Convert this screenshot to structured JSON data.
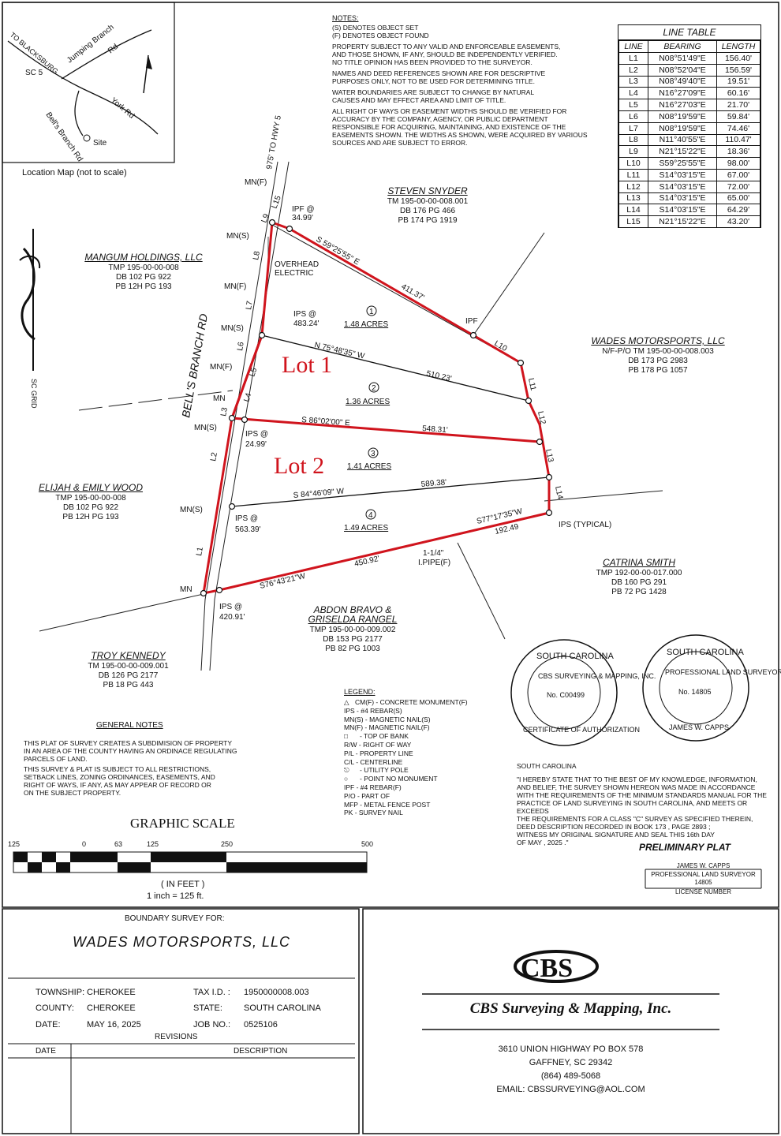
{
  "location_map": {
    "caption": "Location Map (not to scale)",
    "to_blacksburg": "TO BLACKSBURG",
    "sc5": "SC 5",
    "jumping_branch": "Jumping Branch",
    "rd": "Rd",
    "york_rd": "York Rd",
    "bells_branch": "Bell's Branch Rd",
    "site": "Site"
  },
  "notes": {
    "title": "NOTES:",
    "lines": [
      "(S) DENOTES OBJECT SET",
      "(F) DENOTES OBJECT FOUND",
      "PROPERTY SUBJECT TO ANY VALID AND ENFORCEABLE EASEMENTS,",
      "AND THOSE SHOWN, IF ANY, SHOULD BE INDEPENDENTLY VERIFIED.",
      "NO TITLE OPINION HAS BEEN PROVIDED TO THE SURVEYOR.",
      "NAMES AND DEED REFERENCES SHOWN ARE FOR DESCRIPTIVE",
      "PURPOSES ONLY, NOT TO BE USED FOR DETERMINING TITLE.",
      "WATER BOUNDARIES ARE SUBJECT TO CHANGE BY NATURAL",
      "CAUSES AND MAY EFFECT AREA AND LIMIT OF TITLE.",
      "ALL RIGHT OF WAYS OR EASEMENT WIDTHS SHOULD BE VERIFIED FOR",
      "ACCURACY BY THE COMPANY, AGENCY, OR PUBLIC DEPARTMENT",
      "RESPONSIBLE FOR ACQUIRING, MAINTAINING, AND EXISTENCE OF THE",
      "EASEMENTS SHOWN. THE WIDTHS AS SHOWN, WERE ACQUIRED BY VARIOUS",
      "SOURCES AND ARE SUBJECT TO ERROR."
    ]
  },
  "line_table": {
    "title": "LINE TABLE",
    "headers": [
      "LINE",
      "BEARING",
      "LENGTH"
    ],
    "rows": [
      [
        "L1",
        "N08°51'49\"E",
        "156.40'"
      ],
      [
        "L2",
        "N08°52'04\"E",
        "156.59'"
      ],
      [
        "L3",
        "N08°49'40\"E",
        "19.51'"
      ],
      [
        "L4",
        "N16°27'09\"E",
        "60.16'"
      ],
      [
        "L5",
        "N16°27'03\"E",
        "21.70'"
      ],
      [
        "L6",
        "N08°19'59\"E",
        "59.84'"
      ],
      [
        "L7",
        "N08°19'59\"E",
        "74.46'"
      ],
      [
        "L8",
        "N11°40'55\"E",
        "110.47'"
      ],
      [
        "L9",
        "N21°15'22\"E",
        "18.36'"
      ],
      [
        "L10",
        "S59°25'55\"E",
        "98.00'"
      ],
      [
        "L11",
        "S14°03'15\"E",
        "67.00'"
      ],
      [
        "L12",
        "S14°03'15\"E",
        "72.00'"
      ],
      [
        "L13",
        "S14°03'15\"E",
        "65.00'"
      ],
      [
        "L14",
        "S14°03'15\"E",
        "64.29'"
      ],
      [
        "L15",
        "N21°15'22\"E",
        "43.20'"
      ]
    ]
  },
  "plat": {
    "to_hwy": "975' TO HWY 5",
    "road_name": "BELL'S BRANCH RD",
    "sc_grid": "SC GRID",
    "overhead": "OVERHEAD",
    "electric": "ELECTRIC",
    "lot1": "Lot 1",
    "lot2": "Lot 2",
    "lot_color": "#d0141d",
    "lots": [
      {
        "num": "1",
        "area": "1.48 ACRES"
      },
      {
        "num": "2",
        "area": "1.36 ACRES"
      },
      {
        "num": "3",
        "area": "1.41 ACRES"
      },
      {
        "num": "4",
        "area": "1.49 ACRES"
      }
    ],
    "bearings": {
      "b1": "S 59°25'55\" E",
      "b1_len": "411.37'",
      "b2": "N 75°48'35\" W",
      "b2_len": "510.23'",
      "b3": "S 86°02'00\" E",
      "b3_len": "548.31'",
      "b4": "S 84°46'09\" W",
      "b4_len": "589.38'",
      "b5": "S76°43'21\"W",
      "b5_len": "450.92'",
      "b6": "S77°17'35\"W",
      "b6_len": "192.49"
    },
    "line_labels": [
      "L1",
      "L2",
      "L3",
      "L4",
      "L5",
      "L6",
      "L7",
      "L8",
      "L9",
      "L15",
      "L10",
      "L11",
      "L12",
      "L13",
      "L14"
    ],
    "points": {
      "mnf1": "MN(F)",
      "ipf_top": "IPF @",
      "ipf_top_v": "34.99'",
      "mns1": "MN(S)",
      "mnf2": "MN(F)",
      "mns2": "MN(S)",
      "ips1": "IPS @",
      "ips1_v": "483.24'",
      "mnf3": "MN(F)",
      "mn1": "MN",
      "mns3": "MN(S)",
      "ips2": "IPS @",
      "ips2_v": "24.99'",
      "mns4": "MN(S)",
      "ips3": "IPS @",
      "ips3_v": "563.39'",
      "mn2": "MN",
      "ips4": "IPS @",
      "ips4_v": "420.91'",
      "ipf": "IPF",
      "ips_typ": "IPS (TYPICAL)",
      "pipe1": "1-1/4\"",
      "pipe2": "I.PIPE(F)"
    }
  },
  "owners": [
    {
      "name": "STEVEN SNYDER",
      "l1": "TM 195-00-00-008.001",
      "l2": "DB 176 PG 466",
      "l3": "PB 174 PG 1919"
    },
    {
      "name": "MANGUM HOLDINGS, LLC",
      "l1": "TMP 195-00-00-008",
      "l2": "DB 102 PG 922",
      "l3": "PB 12H PG 193"
    },
    {
      "name": "WADES MOTORSPORTS, LLC",
      "l1": "N/F-P/O TM 195-00-00-008.003",
      "l2": "DB 173 PG 2983",
      "l3": "PB 178 PG 1057"
    },
    {
      "name": "ELIJAH & EMILY WOOD",
      "l1": "TMP 195-00-00-008",
      "l2": "DB 102 PG 922",
      "l3": "PB 12H PG 193"
    },
    {
      "name": "CATRINA SMITH",
      "l1": "TMP 192-00-00-017.000",
      "l2": "DB 160 PG 291",
      "l3": "PB 72 PG 1428"
    },
    {
      "name": "ABDON BRAVO &",
      "name2": "GRISELDA RANGEL",
      "l1": "TMP 195-00-00-009.002",
      "l2": "DB 153 PG 2177",
      "l3": "PB 82 PG 1003"
    },
    {
      "name": "TROY KENNEDY",
      "l1": "TM 195-00-00-009.001",
      "l2": "DB 126 PG 2177",
      "l3": "PB 18 PG 443"
    }
  ],
  "general_notes": {
    "title": "GENERAL NOTES",
    "lines": [
      "THIS PLAT OF SURVEY CREATES A SUBDIMISION OF PROPERTY",
      "IN AN AREA OF THE COUNTY HAVING AN ORDINACE REGULATING",
      "PARCELS OF LAND.",
      "THIS SURVEY & PLAT IS SUBJECT TO ALL RESTRICTIONS,",
      "SETBACK LINES, ZONING ORDINANCES, EASEMENTS, AND",
      "RIGHT OF WAYS, IF ANY, AS MAY APPEAR OF RECORD OR",
      "ON THE SUBJECT PROPERTY."
    ]
  },
  "legend": {
    "title": "LEGEND:",
    "lines": [
      "CM(F) - CONCRETE MONUMENT(F)",
      "IPS - #4 REBAR(S)",
      "MN(S) - MAGNETIC NAIL(S)",
      "MN(F) - MAGNETIC NAIL(F)",
      "- TOP OF BANK",
      "R/W - RIGHT OF WAY",
      "P/L - PROPERTY LINE",
      "C/L - CENTERLINE",
      "- UTILITY POLE",
      "- POINT NO MONUMENT",
      "IPF - #4 REBAR(F)",
      "P/O - PART OF",
      "MFP - METAL FENCE POST",
      "PK - SURVEY NAIL"
    ]
  },
  "graphic_scale": {
    "title": "GRAPHIC SCALE",
    "ticks": [
      "125",
      "0",
      "63",
      "125",
      "250",
      "500"
    ],
    "in_feet": "( IN FEET )",
    "ratio": "1 inch = 125 ft."
  },
  "seals": {
    "company_top": "SOUTH CAROLINA",
    "company_inner": "CBS SURVEYING & MAPPING, INC.",
    "company_no": "No. C00499",
    "company_bottom": "CERTIFICATE OF AUTHORIZATION",
    "surveyor_top": "SOUTH CAROLINA",
    "surveyor_inner": "PROFESSIONAL LAND SURVEYOR",
    "surveyor_no": "No. 14805",
    "surveyor_bottom": "JAMES W. CAPPS"
  },
  "certification": {
    "state": "SOUTH CAROLINA",
    "lines": [
      "\"I HEREBY STATE THAT TO THE BEST OF MY KNOWLEDGE, INFORMATION,",
      "AND BELIEF, THE SURVEY SHOWN HEREON WAS MADE IN ACCORDANCE",
      "WITH THE REQUIREMENTS OF THE MINIMUM STANDARDS MANUAL FOR THE",
      "PRACTICE OF LAND SURVEYING IN SOUTH CAROLINA, AND MEETS OR EXCEEDS",
      "THE REQUIREMENTS FOR A CLASS \"C\"    SURVEY  AS SPECIFIED THEREIN,",
      "DEED DESCRIPTION RECORDED IN BOOK  173  , PAGE    2893  ;",
      "WITNESS MY ORIGINAL SIGNATURE AND SEAL THIS 16th DAY",
      "OF MAY             , 2025 .\""
    ],
    "preliminary": "PRELIMINARY PLAT",
    "sig_name": "JAMES W. CAPPS",
    "sig_title": "PROFESSIONAL LAND SURVEYOR",
    "license": "14805",
    "license_label": "LICENSE NUMBER"
  },
  "title_block": {
    "survey_for": "BOUNDARY SURVEY FOR:",
    "client": "WADES MOTORSPORTS, LLC",
    "township_label": "TOWNSHIP:",
    "township": "CHEROKEE",
    "county_label": "COUNTY:",
    "county": "CHEROKEE",
    "date_label": "DATE:",
    "date": "MAY 16, 2025",
    "tax_label": "TAX I.D. :",
    "tax": "1950000008.003",
    "state_label": "STATE:",
    "state": "SOUTH CAROLINA",
    "job_label": "JOB NO.:",
    "job": "0525106",
    "revisions": "REVISIONS",
    "rev_date": "DATE",
    "rev_desc": "DESCRIPTION"
  },
  "company": {
    "logo": "CBS",
    "name": "CBS Surveying & Mapping, Inc.",
    "address": "3610 UNION HIGHWAY   PO BOX 578",
    "city": "GAFFNEY, SC    29342",
    "phone": "(864) 489-5068",
    "email": "EMAIL:  CBSSURVEYING@AOL.COM"
  }
}
